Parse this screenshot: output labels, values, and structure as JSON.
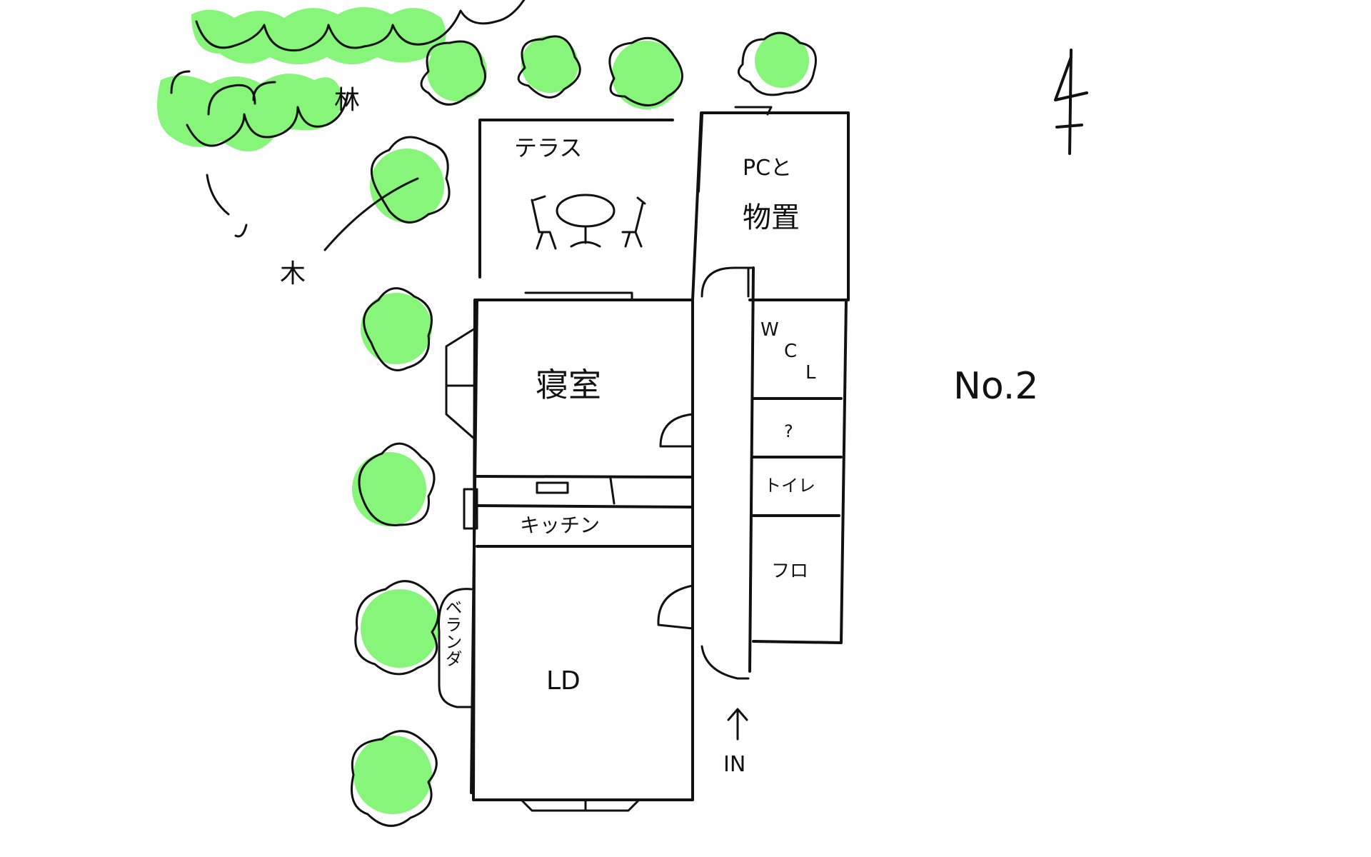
{
  "drawing_title": "No.2",
  "rooms": {
    "terrace": "テラス",
    "pc_storage_line1": "PCと",
    "pc_storage_line2": "物置",
    "bedroom": "寝室",
    "wcl_w": "W",
    "wcl_c": "C",
    "wcl_l": "L",
    "unknown": "?",
    "toilet": "トイレ",
    "bath": "フロ",
    "kitchen": "キッチン",
    "ld": "LD",
    "veranda": "ベランダ"
  },
  "site": {
    "woods": "林",
    "tree": "木"
  },
  "entrance": {
    "label": "IN"
  },
  "compass": {
    "symbol": "north-arrow-icon"
  },
  "colors": {
    "foliage": "#86f57a",
    "ink": "#111111",
    "background": "#ffffff"
  }
}
